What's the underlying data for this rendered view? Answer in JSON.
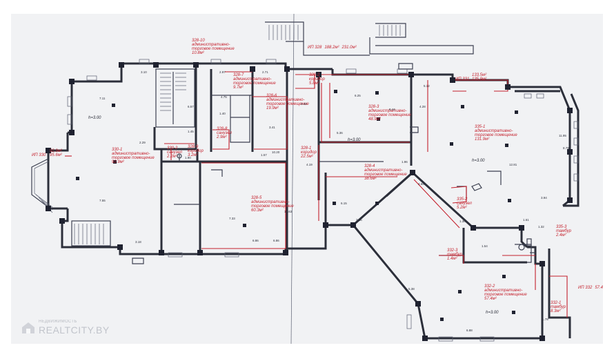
{
  "watermark": {
    "small": "НЕДВИЖИМОСТЬ",
    "big": "REALTCITY.BY"
  },
  "rooms": [
    {
      "id": "r1",
      "lines": [
        "328-10",
        "административно-",
        "торговое помещение",
        "10.8м²"
      ]
    },
    {
      "id": "r2",
      "lines": [
        "328-7",
        "административно-",
        "торговое помещение",
        "9.7м²"
      ]
    },
    {
      "id": "r3",
      "lines": [
        "328-6",
        "административно-",
        "торговое помещение",
        "19.9м²"
      ]
    },
    {
      "id": "r4",
      "lines": [
        "328-2",
        "коридор",
        "5.8м²"
      ]
    },
    {
      "id": "r5",
      "lines": [
        "328-3",
        "административно-",
        "торговое помещение",
        "48.9м²"
      ]
    },
    {
      "id": "r6",
      "lines": [
        "335-1",
        "административно-",
        "торговое помещение",
        "131.9м²"
      ]
    },
    {
      "id": "r7",
      "lines": [
        "330-1",
        "административно-",
        "торговое помещение",
        "92.9м²"
      ]
    },
    {
      "id": "r8",
      "lines": [
        "328-8",
        "санузел",
        "2.9м²"
      ]
    },
    {
      "id": "r9",
      "lines": [
        "330-2",
        "санузел",
        "2.2м²"
      ]
    },
    {
      "id": "r10",
      "lines": [
        "328-9",
        "коридор",
        "3.2м²"
      ]
    },
    {
      "id": "r11",
      "lines": [
        "328-1",
        "коридор",
        "22.5м²"
      ]
    },
    {
      "id": "r12",
      "lines": [
        "328-4",
        "административно-",
        "торговое помещение",
        "38.6м²"
      ]
    },
    {
      "id": "r13",
      "lines": [
        "328-5",
        "административно-",
        "торговое помещение",
        "60.3м²"
      ]
    },
    {
      "id": "r14",
      "lines": [
        "335-2",
        "санузел",
        "5.2м²"
      ]
    },
    {
      "id": "r15",
      "lines": [
        "335-3",
        "тамбур",
        "2.4м²"
      ]
    },
    {
      "id": "r16",
      "lines": [
        "332-3",
        "тамбур",
        "1.4м²"
      ]
    },
    {
      "id": "r17",
      "lines": [
        "332-2",
        "административно-",
        "торговое помещение",
        "57.4м²"
      ]
    },
    {
      "id": "r18",
      "lines": [
        "332-1",
        "тамбур",
        "8.3м²"
      ]
    }
  ],
  "totals": [
    {
      "id": "t1",
      "lines": [
        "ИП 328",
        "188.2м²",
        "231.0м²"
      ]
    },
    {
      "id": "t2",
      "lines": [
        "133.5м²",
        "135.9м²"
      ]
    },
    {
      "id": "t3",
      "lines": [
        "ИП 331"
      ]
    },
    {
      "id": "t4",
      "lines": [
        "92.9м²",
        "95.6м²"
      ]
    },
    {
      "id": "t5",
      "lines": [
        "ИП 330"
      ]
    },
    {
      "id": "t6",
      "lines": [
        "ИП 332",
        "57.4м²",
        "65.9м²"
      ]
    }
  ],
  "heights": [
    "h=3.00",
    "h=3.00",
    "h=3.00",
    "h=3.00"
  ],
  "dims": [
    "3.10",
    "6.57",
    "2.97",
    "4.75",
    "2.71",
    "6.25",
    "8.44",
    "5.12",
    "7.11",
    "1.45",
    "2.29",
    "1.40",
    "3.41",
    "2.40",
    "4.28",
    "1.90",
    "10.20",
    "4.19",
    "11.95",
    "12.81",
    "8.79",
    "3.94",
    "1.57",
    "7.55",
    "6.86",
    "7.33",
    "10.63",
    "6.86",
    "3.18",
    "3.26",
    "6.15",
    "1.96",
    "5.36",
    "4.66",
    "1.54",
    "1.61",
    "1.32",
    "1.78",
    "6.88",
    "1.30",
    "5.38"
  ]
}
